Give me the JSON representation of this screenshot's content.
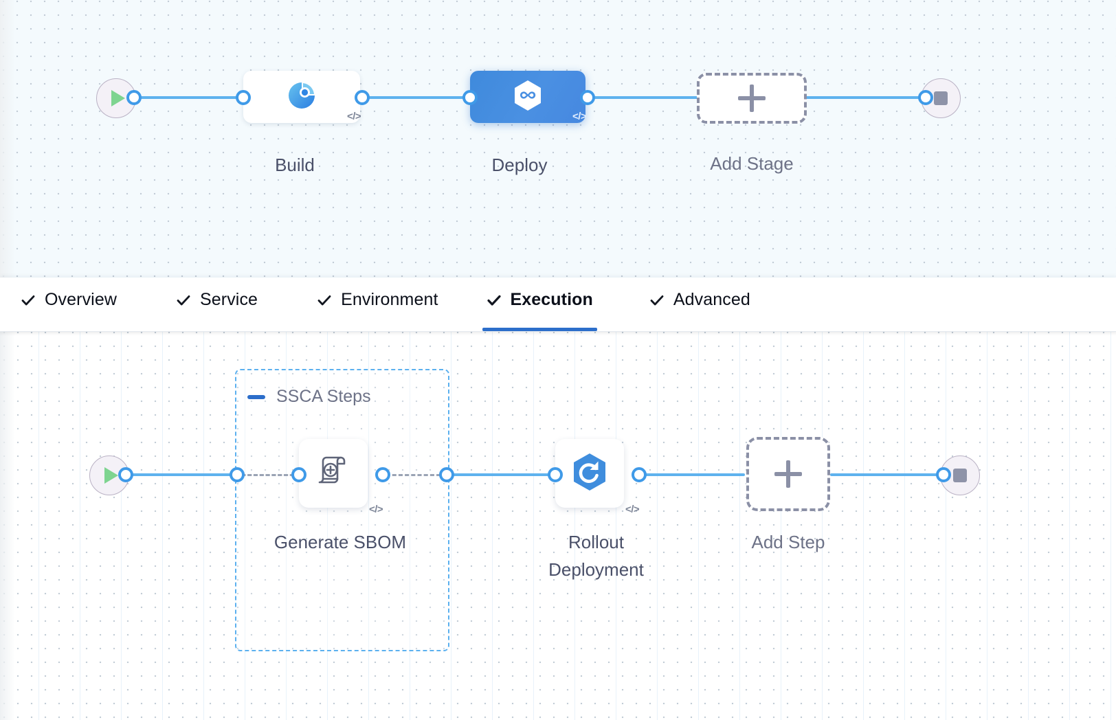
{
  "pipeline": {
    "top_canvas": {
      "start_node": {
        "name": "start-icon",
        "type": "play"
      },
      "end_node": {
        "name": "stop-icon",
        "type": "stop"
      },
      "stages": [
        {
          "label": "Build",
          "icon": "build-pie-icon",
          "state": "default",
          "code_badge": "</>"
        },
        {
          "label": "Deploy",
          "icon": "deploy-hexagon-infinity-icon",
          "state": "selected",
          "code_badge": "</>"
        }
      ],
      "add_stage": {
        "label": "Add Stage",
        "icon": "plus-icon"
      }
    },
    "bottom_canvas": {
      "start_node": {
        "name": "start-icon",
        "type": "play"
      },
      "end_node": {
        "name": "stop-icon",
        "type": "stop"
      },
      "group": {
        "title": "SSCA Steps",
        "collapse_icon": "minus-icon"
      },
      "steps": [
        {
          "label": "Generate SBOM",
          "icon": "sbom-scroll-plus-icon",
          "code_badge": "</>",
          "in_group": true
        },
        {
          "label": "Rollout\nDeployment",
          "icon": "rollout-hexagon-refresh-icon",
          "code_badge": "</>",
          "in_group": false
        }
      ],
      "add_step": {
        "label": "Add Step",
        "icon": "plus-icon"
      }
    }
  },
  "tabs": [
    {
      "label": "Overview",
      "check": true,
      "active": false
    },
    {
      "label": "Service",
      "check": true,
      "active": false
    },
    {
      "label": "Environment",
      "check": true,
      "active": false
    },
    {
      "label": "Execution",
      "check": true,
      "active": true
    },
    {
      "label": "Advanced",
      "check": true,
      "active": false
    }
  ],
  "colors": {
    "accent_blue": "#2c6eca",
    "edge_blue": "#5eb2ee",
    "group_border": "#5bb0ef",
    "selected_stage": "#4a90e2",
    "canvas_top_bg": "#f4fafd",
    "canvas_bottom_bg": "#ffffff",
    "muted_text": "#6d7287",
    "dashed_gray": "#8b90a6",
    "start_green": "#7ed490",
    "stop_gray": "#8e93a8"
  }
}
